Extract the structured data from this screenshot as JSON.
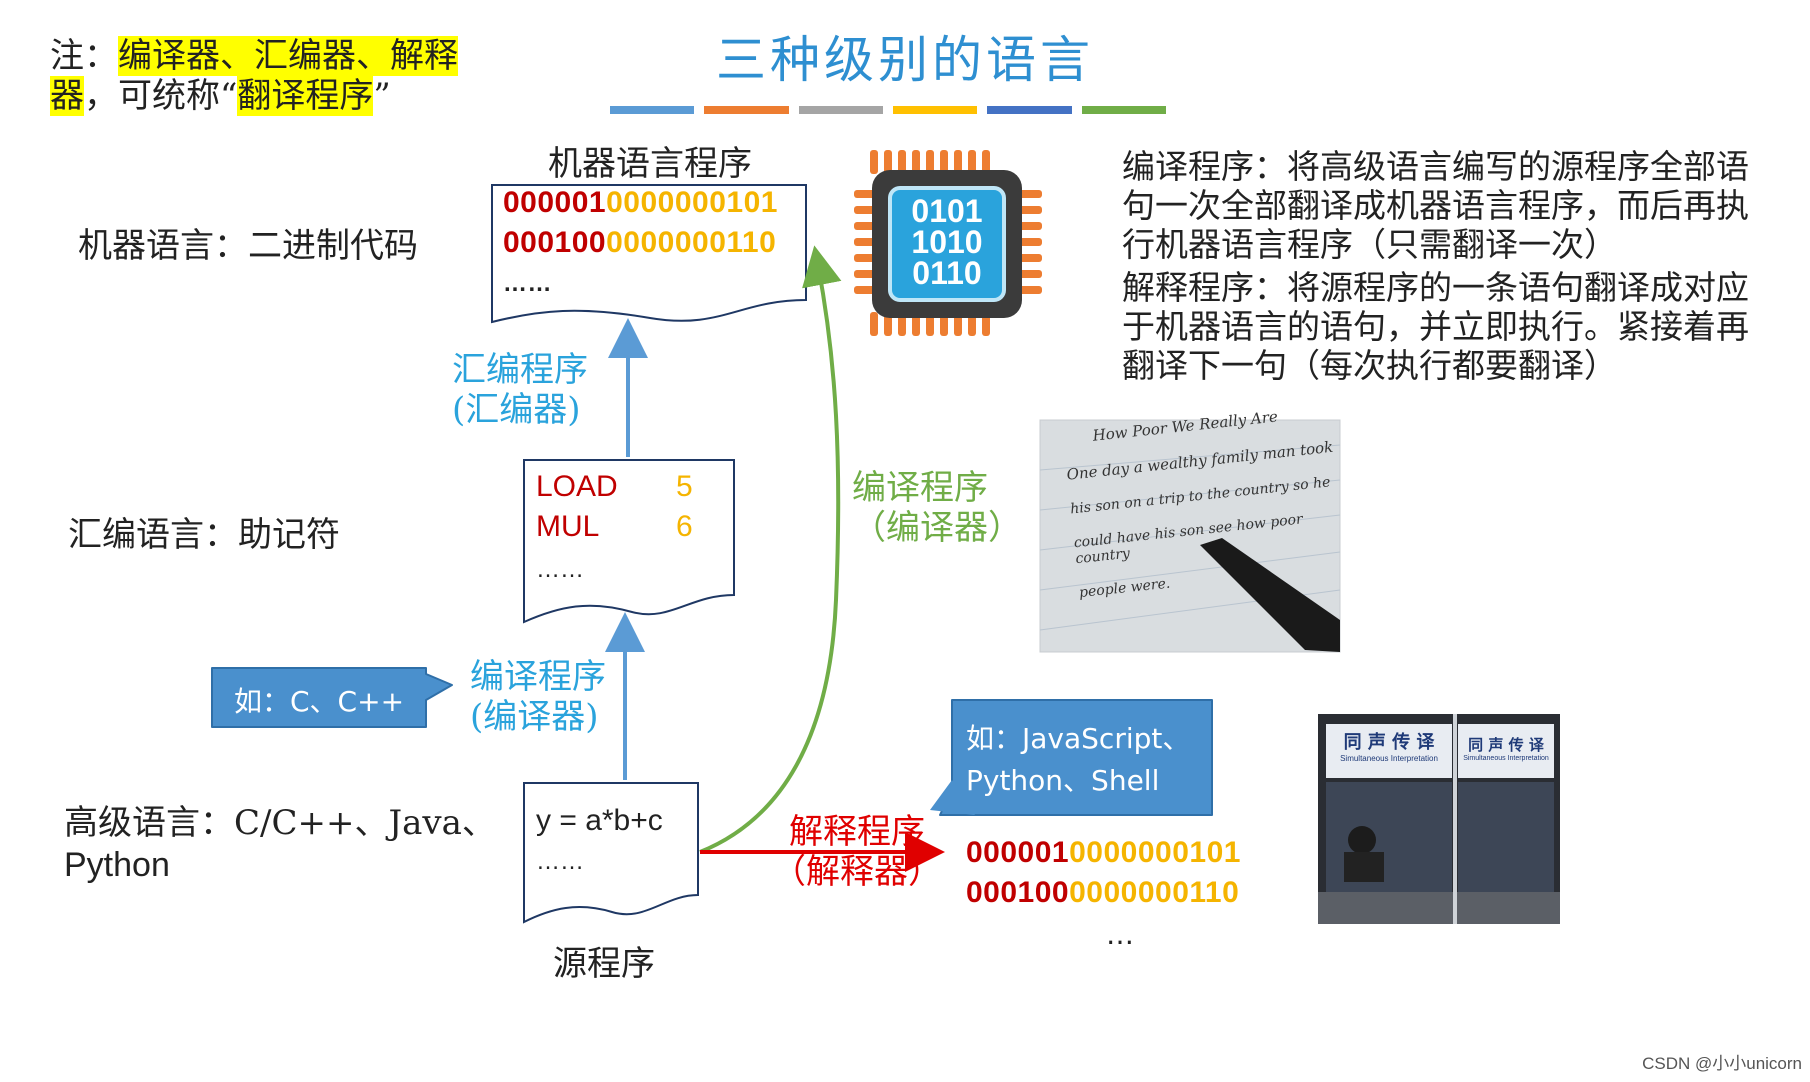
{
  "title": "三种级别的语言",
  "title_bar_colors": [
    "#5b9bd5",
    "#ed7d31",
    "#a5a5a5",
    "#ffc000",
    "#4472c4",
    "#70ad47"
  ],
  "note": {
    "prefix": "注：",
    "hl1": "编译器、汇编器、解释器",
    "middle": "，可统称“",
    "hl2": "翻译程序",
    "suffix": "”"
  },
  "levels": {
    "machine": "机器语言：二进制代码",
    "assembly": "汇编语言：助记符",
    "high_line1": "高级语言：C/C++、Java、",
    "high_line2": "Python"
  },
  "machine_program": {
    "label": "机器语言程序",
    "line1_red": "000001",
    "line1_gold": "0000000101",
    "line2_red": "000100",
    "line2_gold": "0000000110",
    "more": "……"
  },
  "assembly_program": {
    "op1": "LOAD",
    "arg1": "5",
    "op2": "MUL",
    "arg2": "6",
    "more": "……"
  },
  "source_program": {
    "code": "y = a*b+c",
    "more": "……",
    "label": "源程序"
  },
  "arrows": {
    "assembler": [
      "汇编程序",
      "(汇编器)"
    ],
    "compiler_left": [
      "编译程序",
      "(编译器)"
    ],
    "compiler_right": [
      "编译程序",
      "（编译器）"
    ],
    "interpreter": [
      "解释程序",
      "（解释器）"
    ]
  },
  "callouts": {
    "compiled": "如：C、C++",
    "interpreted_line1": "如：JavaScript、",
    "interpreted_line2": "Python、Shell"
  },
  "interpreter_output": {
    "line1_red": "000001",
    "line1_gold": "0000000101",
    "line2_red": "000100",
    "line2_gold": "0000000110",
    "more": "…"
  },
  "chip": {
    "line1": "0101",
    "line2": "1010",
    "line3": "0110"
  },
  "descriptions": {
    "compile": "编译程序：将高级语言编写的源程序全部语句一次全部翻译成机器语言程序，而后再执行机器语言程序（只需翻译一次）",
    "interpret": "解释程序：将源程序的一条语句翻译成对应于机器语言的语句，并立即执行。紧接着再翻译下一句（每次执行都要翻译）"
  },
  "handwriting": {
    "heading": "How Poor We Really Are",
    "line1": "One day a wealthy family man took",
    "line2": "his son on a trip to the country so he",
    "line3": "could have his son see how poor country",
    "line4": "people were."
  },
  "booth": {
    "sign_cn": "同 声 传 译",
    "sign_en": "Simultaneous Interpretation"
  },
  "footer": "CSDN @小小unicorn"
}
